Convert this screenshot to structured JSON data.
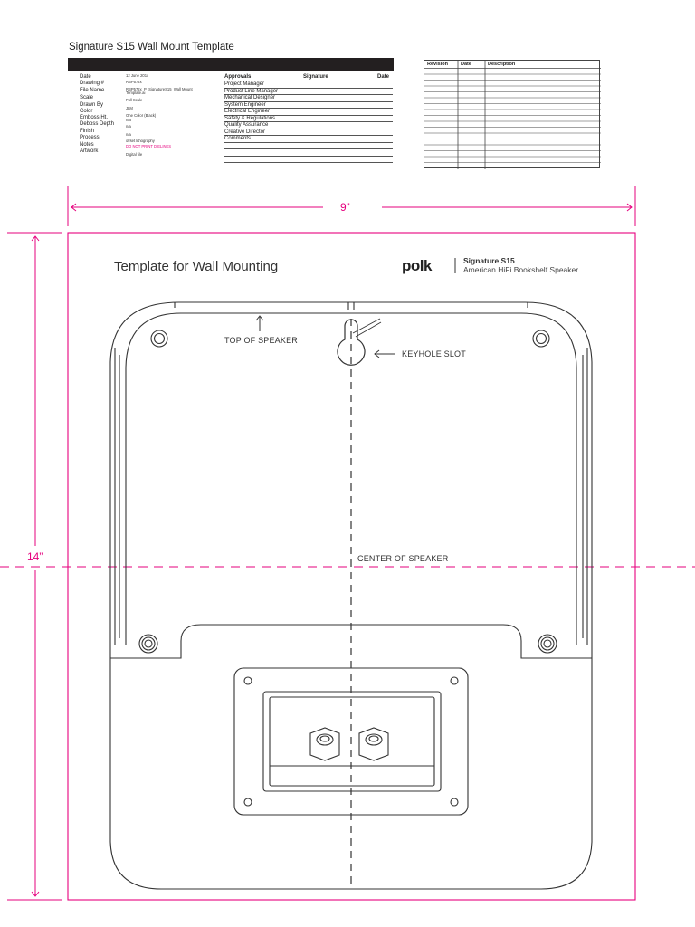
{
  "document": {
    "title": "Signature S15 Wall Mount Template"
  },
  "title_block": {
    "fields": [
      {
        "label": "Date",
        "value": "12 June 201x"
      },
      {
        "label": "Drawing #",
        "value": "RBP572x"
      },
      {
        "label": "File Name",
        "value": "RBP572x_P_SignatureS15_Wall Mount Template.ai"
      },
      {
        "label": "Scale",
        "value": "Full Scale"
      },
      {
        "label": "Drawn By",
        "value": "JLM"
      },
      {
        "label": "Color",
        "value": "One Color (Black)"
      },
      {
        "label": "Emboss Ht.",
        "value": "n/a"
      },
      {
        "label": "Deboss Depth",
        "value": "n/a"
      },
      {
        "label": "Finish",
        "value": "n/a"
      },
      {
        "label": "Process",
        "value": "offset lithography"
      },
      {
        "label": "Notes",
        "value": "DO NOT PRINT DIELINES"
      },
      {
        "label": "Artwork",
        "value": "Digital file"
      }
    ],
    "approvals_header": "Approvals",
    "signature_header": "Signature",
    "date_header": "Date",
    "approvals": [
      "Project Manager",
      "Product Line Manager",
      "Mechanical Designer",
      "System Engineer",
      "Electrical Engineer",
      "Safety & Regulations",
      "Quality Assurance",
      "Creative Director",
      "Comments"
    ]
  },
  "revision_table": {
    "headers": [
      "Revision",
      "Date",
      "Description"
    ]
  },
  "dimensions": {
    "width_label": "9”",
    "height_label": "14”"
  },
  "template": {
    "title": "Template for Wall Mounting",
    "brand": "polk",
    "model": "Signature S15",
    "description": "American HiFi Bookshelf Speaker",
    "top_label": "TOP OF SPEAKER",
    "keyhole_label": "KEYHOLE SLOT",
    "center_label": "CENTER OF SPEAKER"
  },
  "colors": {
    "dieline": "#e6007e",
    "title_bar": "#231f20",
    "drawing_stroke": "#333333"
  }
}
